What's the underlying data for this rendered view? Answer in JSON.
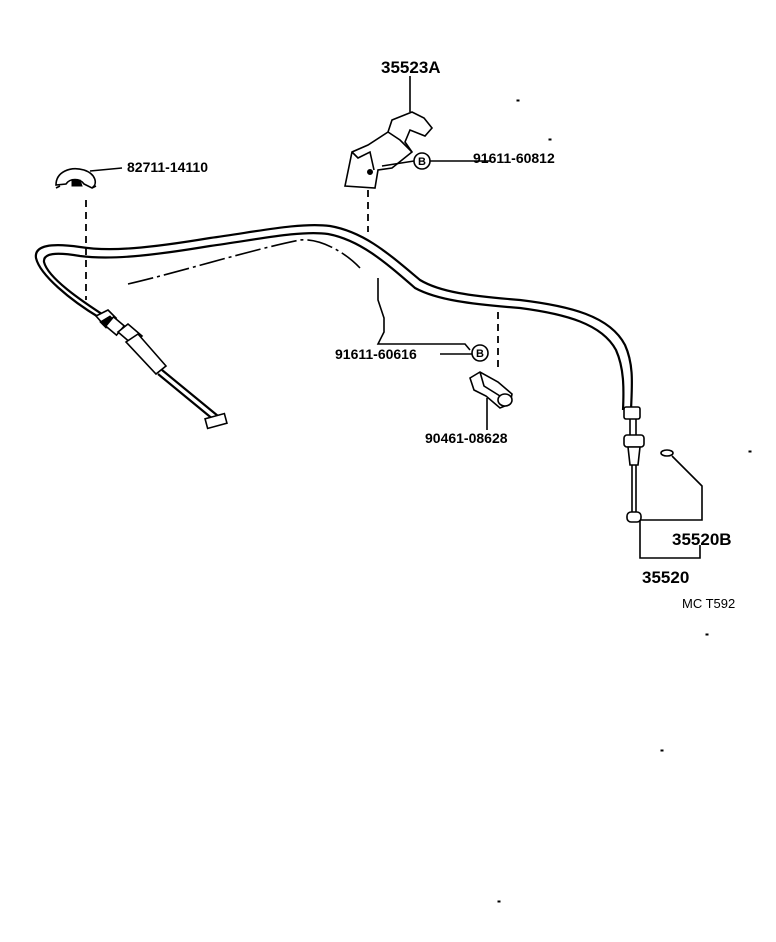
{
  "parts": {
    "bracket": "35523A",
    "bolt_upper": "91611-60812",
    "clamp_left": "82711-14110",
    "bolt_lower": "91611-60616",
    "clamp_lower": "90461-08628",
    "clip": "35520B",
    "cable_assy": "35520"
  },
  "bolt_marker": "B",
  "diagram_ref": "MC T592"
}
